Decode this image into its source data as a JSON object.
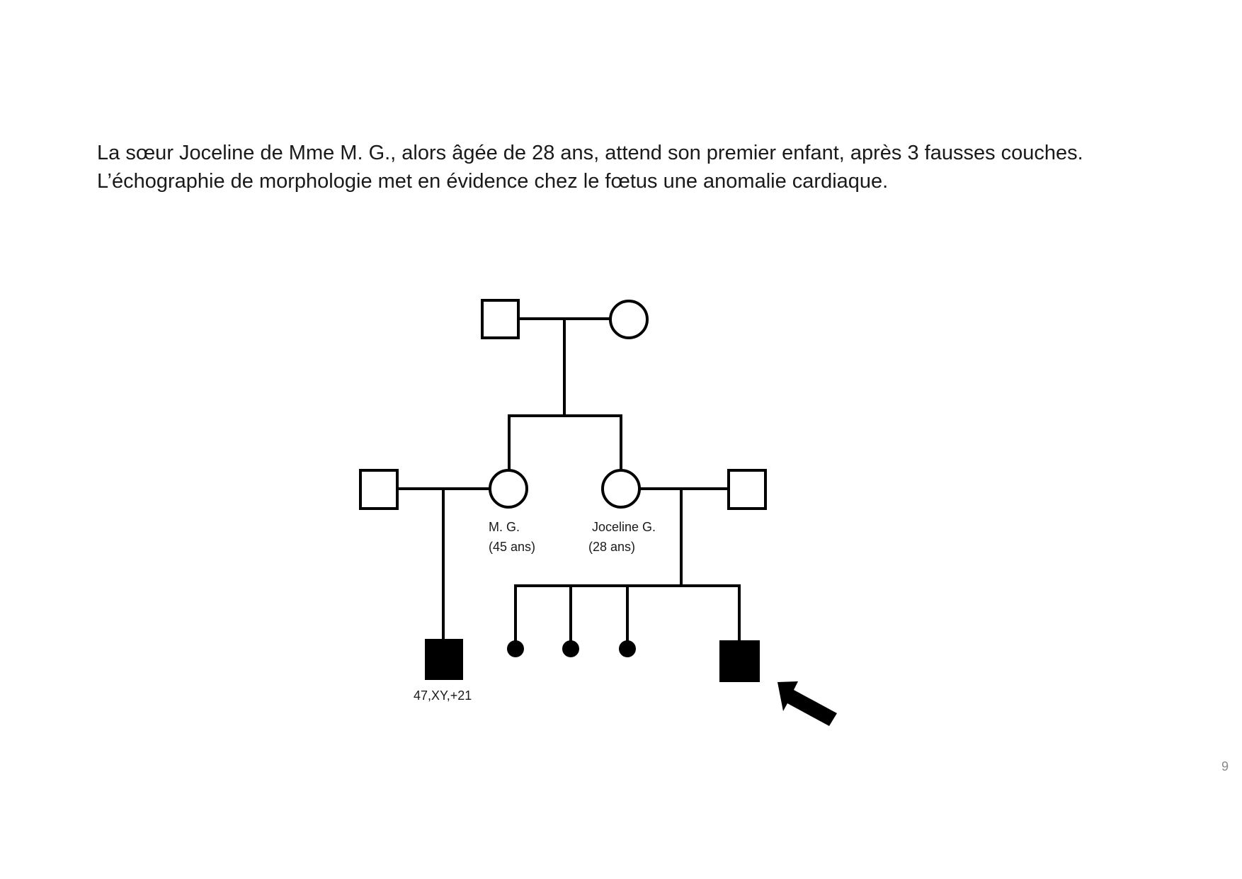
{
  "slide": {
    "text_lines": [
      "La sœur Joceline de Mme M. G., alors âgée de 28 ans, attend son premier enfant, après 3 fausses couches.",
      "L’échographie de morphologie met en évidence chez le fœtus une anomalie cardiaque."
    ],
    "page_number": "9"
  },
  "pedigree": {
    "mg": {
      "name": "M. G.",
      "age": "(45 ans)"
    },
    "joceline": {
      "name": "Joceline G.",
      "age": "(28 ans)"
    },
    "son_mg": {
      "karyotype": "47,XY,+21"
    }
  }
}
